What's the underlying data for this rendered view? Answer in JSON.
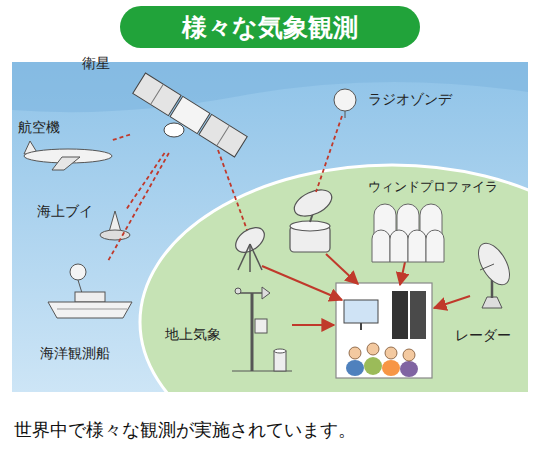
{
  "diagram": {
    "title": "様々な気象観測",
    "caption": "世界中で様々な観測が実施されています。",
    "nodes": [
      {
        "text": [
          "衛星"
        ]
      },
      {
        "text": [
          "航空機"
        ]
      },
      {
        "text": [
          "海上ブイ"
        ]
      },
      {
        "text": [
          "海洋観測船"
        ]
      },
      {
        "text": [
          "ラジオゾンデ"
        ]
      },
      {
        "text": [
          "ウィンドプロファイラ"
        ]
      },
      {
        "text": [
          "地上気象"
        ]
      },
      {
        "text": [
          "レーダー"
        ]
      }
    ],
    "edges": [
      {
        "from": 0,
        "to": 1,
        "arrow": "none"
      },
      {
        "from": 0,
        "to": 2,
        "arrow": "none"
      },
      {
        "from": 0,
        "to": 3,
        "arrow": "none"
      }
    ]
  }
}
